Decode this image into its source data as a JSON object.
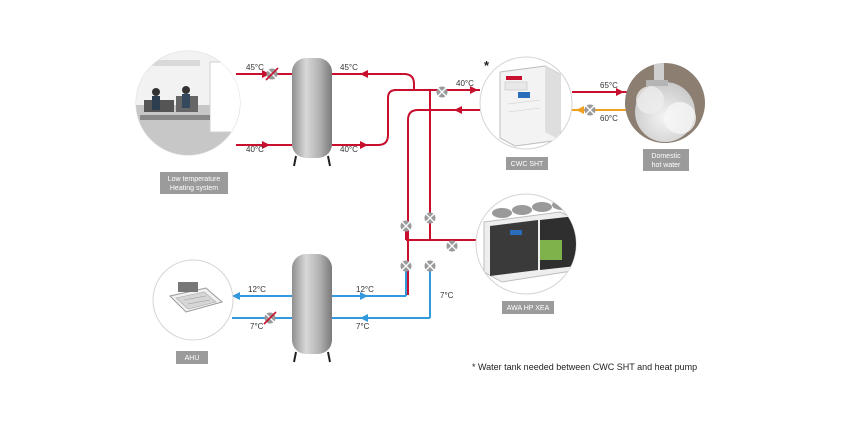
{
  "colors": {
    "hot": "#c8102e",
    "cold": "#3399dd",
    "dhw_return": "#f0a020",
    "caption_bg": "#9b9b9b",
    "tank": "#b9b9b9",
    "valve": "#9a9a9a"
  },
  "labels": {
    "heating_supply_out": "45°C",
    "heating_supply_in": "45°C",
    "heating_return_out": "40°C",
    "heating_return_in": "40°C",
    "sht_out": "40°C",
    "dhw_supply": "65°C",
    "dhw_return": "60°C",
    "ahu_supply_out": "12°C",
    "ahu_supply_in": "12°C",
    "ahu_return_out": "7°C",
    "ahu_return_in": "7°C",
    "hp_cold_out": "7°C"
  },
  "captions": {
    "heating_line1": "Low temperature",
    "heating_line2": "Heating system",
    "sht": "CWC SHT",
    "dhw_line1": "Domestic",
    "dhw_line2": "hot water",
    "hp": "AWA HP XEA",
    "ahu": "AHU"
  },
  "icons": {
    "heating": "office-room-photo",
    "sht": "water-heater-unit-icon",
    "dhw": "hot-water-tap-photo",
    "hp": "air-heat-pump-unit-icon",
    "ahu": "cassette-fan-coil-icon",
    "valve": "valve-icon",
    "tank": "water-tank-icon"
  },
  "footnote": {
    "star": "*",
    "text": "* Water tank needed between CWC SHT and heat pump"
  }
}
